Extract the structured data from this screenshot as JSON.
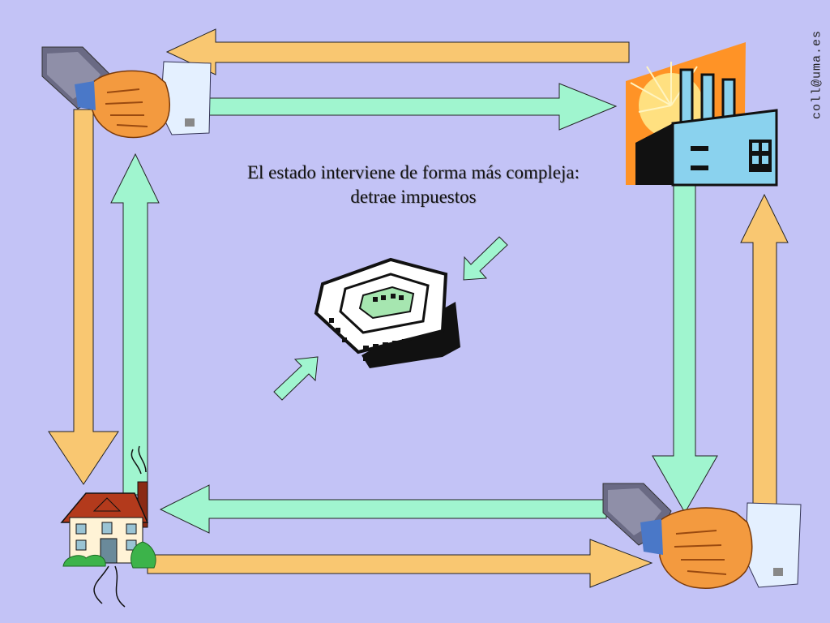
{
  "slide": {
    "caption_line1": "El estado interviene de forma más compleja:",
    "caption_line2": "detrae impuestos",
    "author": "coll@uma.es"
  },
  "colors": {
    "background": "#c3c3f6",
    "orange_arrow": "#f9c771",
    "green_arrow": "#a0f5cf",
    "outline": "#222222"
  },
  "icons": [
    "handshake-icon",
    "factory-icon",
    "government-building-icon",
    "house-icon"
  ]
}
